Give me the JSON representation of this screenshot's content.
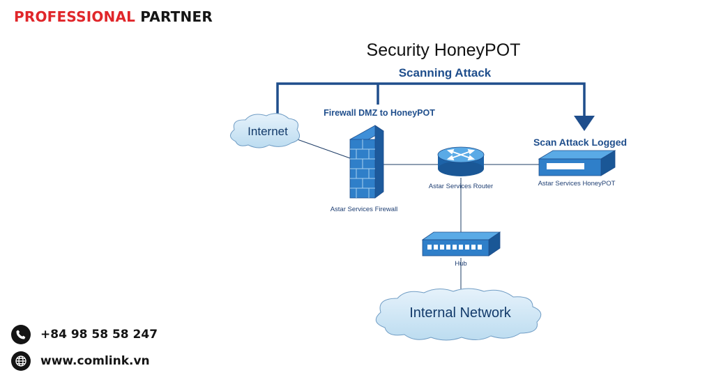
{
  "brand": {
    "part1": "PROFESSIONAL",
    "part2": "PARTNER"
  },
  "diagram": {
    "title": "Security HoneyPOT",
    "scanning_attack": "Scanning Attack",
    "firewall_dmz": "Firewall DMZ to HoneyPOT",
    "scan_logged": "Scan Attack Logged",
    "internet": "Internet",
    "firewall": "Astar Services Firewall",
    "router": "Astar Services Router",
    "honeypot": "Astar Services HoneyPOT",
    "hub": "Hub",
    "internal_network": "Internal Network"
  },
  "contact": {
    "phone": "+84 98 58 58 247",
    "website": "www.comlink.vn",
    "phone_icon": "phone-icon",
    "globe_icon": "globe-icon"
  },
  "colors": {
    "brand_red": "#e0262a",
    "diagram_blue": "#1f4e8c",
    "device_blue": "#2f7fc9",
    "cloud": "#cfe6f5"
  }
}
